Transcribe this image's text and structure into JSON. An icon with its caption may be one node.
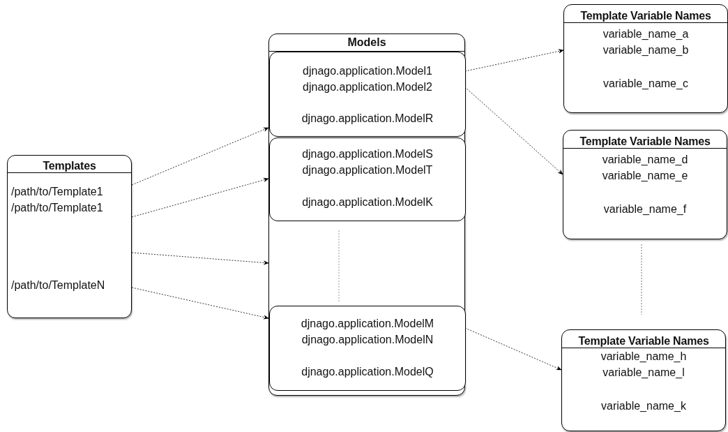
{
  "diagram": {
    "nodes": [
      {
        "text": [
          "Templates",
          "/path/to/Template1",
          "/path/to/Template1",
          "/path/to/TemplateN"
        ]
      },
      {
        "text": [
          "Models"
        ]
      },
      {
        "text": [
          "djnago.application.Model1",
          "djnago.application.Model2",
          "djnago.application.ModelR"
        ],
        "in": 1
      },
      {
        "text": [
          "djnago.application.ModelS",
          "djnago.application.ModelT",
          "djnago.application.ModelK"
        ],
        "in": 1
      },
      {
        "text": [
          "djnago.application.ModelM",
          "djnago.application.ModelN",
          "djnago.application.ModelQ"
        ],
        "in": 1
      },
      {
        "text": [
          "Template Variable Names",
          "variable_name_a",
          "variable_name_b",
          "variable_name_c"
        ]
      },
      {
        "text": [
          "Template Variable Names",
          "variable_name_d",
          "variable_name_e",
          "variable_name_f"
        ]
      },
      {
        "text": [
          "Template Variable Names",
          "variable_name_h",
          "variable_name_l",
          "variable_name_k"
        ]
      }
    ],
    "edges": [
      {
        "from": 0,
        "to": 2,
        "arrow": "to",
        "style": "dashed"
      },
      {
        "from": 0,
        "to": 3,
        "arrow": "to",
        "style": "dashed"
      },
      {
        "from": 0,
        "to": 1,
        "arrow": "to",
        "style": "dashed"
      },
      {
        "from": 0,
        "to": 4,
        "arrow": "to",
        "style": "dashed"
      },
      {
        "from": 2,
        "to": 5,
        "arrow": "to",
        "style": "dashed"
      },
      {
        "from": 2,
        "to": 6,
        "arrow": "to",
        "style": "dashed"
      },
      {
        "from": 4,
        "to": 7,
        "arrow": "to",
        "style": "dashed"
      }
    ]
  }
}
